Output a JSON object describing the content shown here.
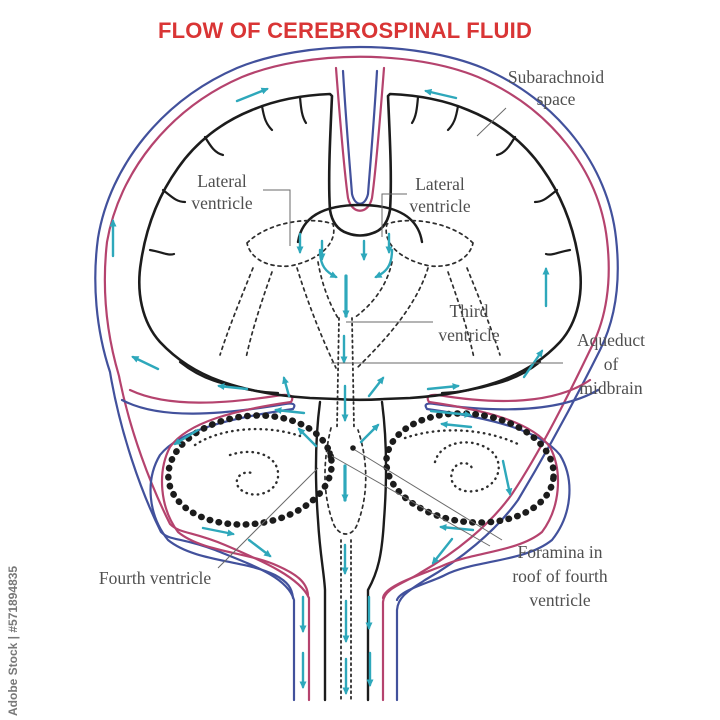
{
  "title": "FLOW OF CEREBROSPINAL FLUID",
  "watermark": "Adobe Stock | #571894835",
  "labels": {
    "subarachnoid": {
      "line1": "Subarachnoid",
      "line2": "space"
    },
    "lateral_left": {
      "line1": "Lateral",
      "line2": "ventricle"
    },
    "lateral_right": {
      "line1": "Lateral",
      "line2": "ventricle"
    },
    "third": {
      "line1": "Third",
      "line2": "ventricle"
    },
    "aqueduct": {
      "line1": "Aqueduct",
      "line2": "of",
      "line3": "midbrain"
    },
    "fourth": {
      "line1": "Fourth ventricle"
    },
    "foramina": {
      "line1": "Foramina in",
      "line2": "roof of fourth",
      "line3": "ventricle"
    }
  },
  "colors": {
    "title": "#d93535",
    "outer_lining": "#42519c",
    "inner_lining": "#b5436e",
    "flow_arrow": "#2ea8bb",
    "outline": "#1c1c1c",
    "label_text": "#4f4f4f",
    "watermark": "#787878"
  }
}
